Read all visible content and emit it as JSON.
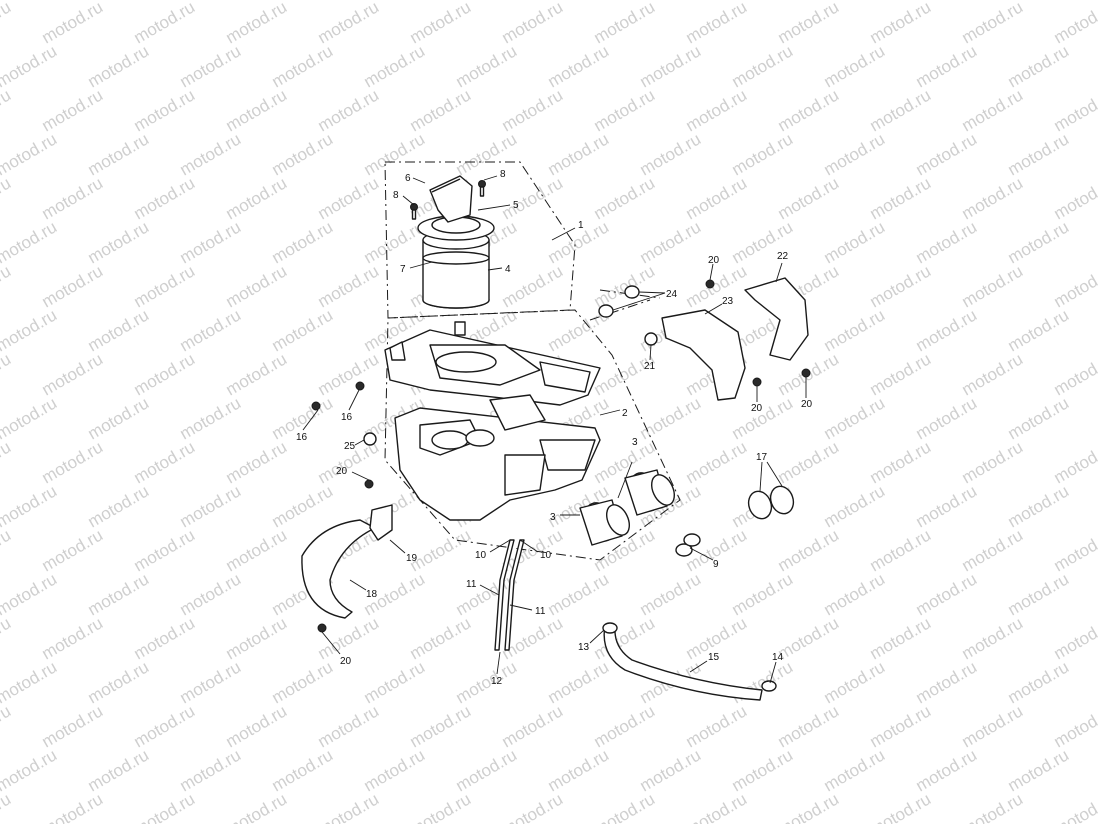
{
  "watermark": {
    "text": "motod.ru"
  },
  "callouts": {
    "c1": "1",
    "c2": "2",
    "c3a": "3",
    "c3b": "3",
    "c4": "4",
    "c5": "5",
    "c6": "6",
    "c7": "7",
    "c8a": "8",
    "c8b": "8",
    "c9": "9",
    "c10a": "10",
    "c10b": "10",
    "c11a": "11",
    "c11b": "11",
    "c12": "12",
    "c13": "13",
    "c14": "14",
    "c15": "15",
    "c16a": "16",
    "c16b": "16",
    "c17": "17",
    "c18": "18",
    "c19": "19",
    "c20a": "20",
    "c20b": "20",
    "c20c": "20",
    "c20d": "20",
    "c20e": "20",
    "c21": "21",
    "c22": "22",
    "c23": "23",
    "c24": "24",
    "c25": "25"
  }
}
